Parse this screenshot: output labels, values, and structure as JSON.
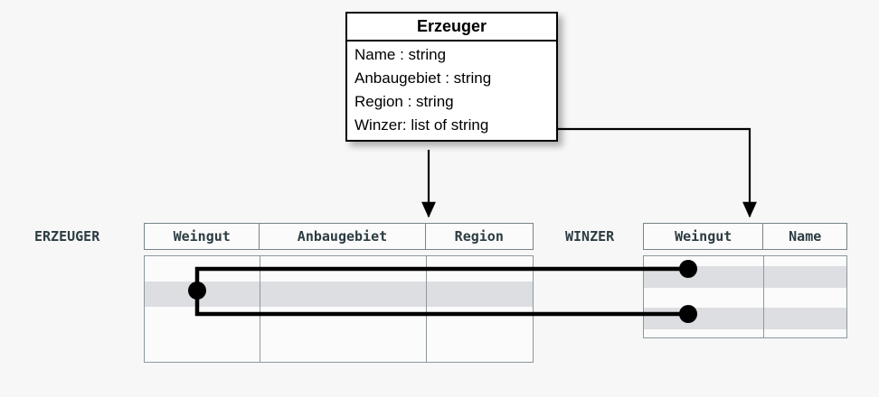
{
  "diagram": {
    "title": "Erzeuger UML class to relational tables mapping",
    "background_color": "#f7f7f7",
    "line_color": "#000000",
    "shade_color": "#dcdee2",
    "border_color": "#778288"
  },
  "uml_class": {
    "name": "Erzeuger",
    "attributes": [
      "Name : string",
      "Anbaugebiet : string",
      "Region : string",
      "Winzer: list of string"
    ]
  },
  "tables": [
    {
      "label": "ERZEUGER",
      "columns": [
        "Weingut",
        "Anbaugebiet",
        "Region"
      ],
      "row_count": 4,
      "highlighted_rows": [
        2
      ]
    },
    {
      "label": "WINZER",
      "columns": [
        "Weingut",
        "Name"
      ],
      "row_count": 4,
      "highlighted_rows": [
        1,
        3
      ]
    }
  ],
  "connectors": {
    "class_to_erzeuger_label": "arrow",
    "class_to_winzer_label": "arrow",
    "erzeuger_to_winzer_label": "foreign-key-link"
  }
}
